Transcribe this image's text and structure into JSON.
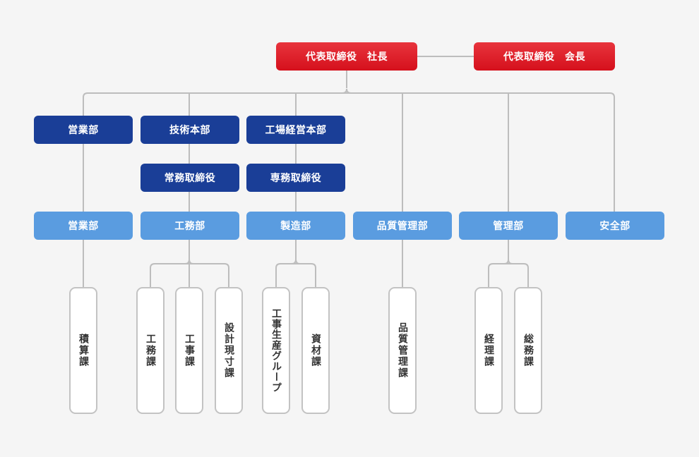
{
  "executives": {
    "president": "代表取締役　社長",
    "chairman": "代表取締役　会長"
  },
  "headquarters": {
    "sales": "営業部",
    "engineering": "技術本部",
    "factory": "工場経営本部"
  },
  "directors": {
    "managing": "常務取締役",
    "senior_managing": "専務取締役"
  },
  "departments": {
    "sales": "営業部",
    "construction": "工務部",
    "manufacturing": "製造部",
    "quality": "品質管理部",
    "administration": "管理部",
    "safety": "安全部"
  },
  "sections": {
    "estimation": "積算課",
    "construction_affairs": "工務課",
    "construction_works": "工事課",
    "design": "設計現寸課",
    "production_group": "工事生産グループ",
    "materials": "資材課",
    "quality_control": "品質管理課",
    "accounting": "経理課",
    "general_affairs": "総務課"
  },
  "colors": {
    "executive": "#d5101c",
    "headquarters": "#1a3e97",
    "department": "#5a9ce0",
    "connector": "#bdbdbd",
    "section_border": "#c3c3c3"
  }
}
